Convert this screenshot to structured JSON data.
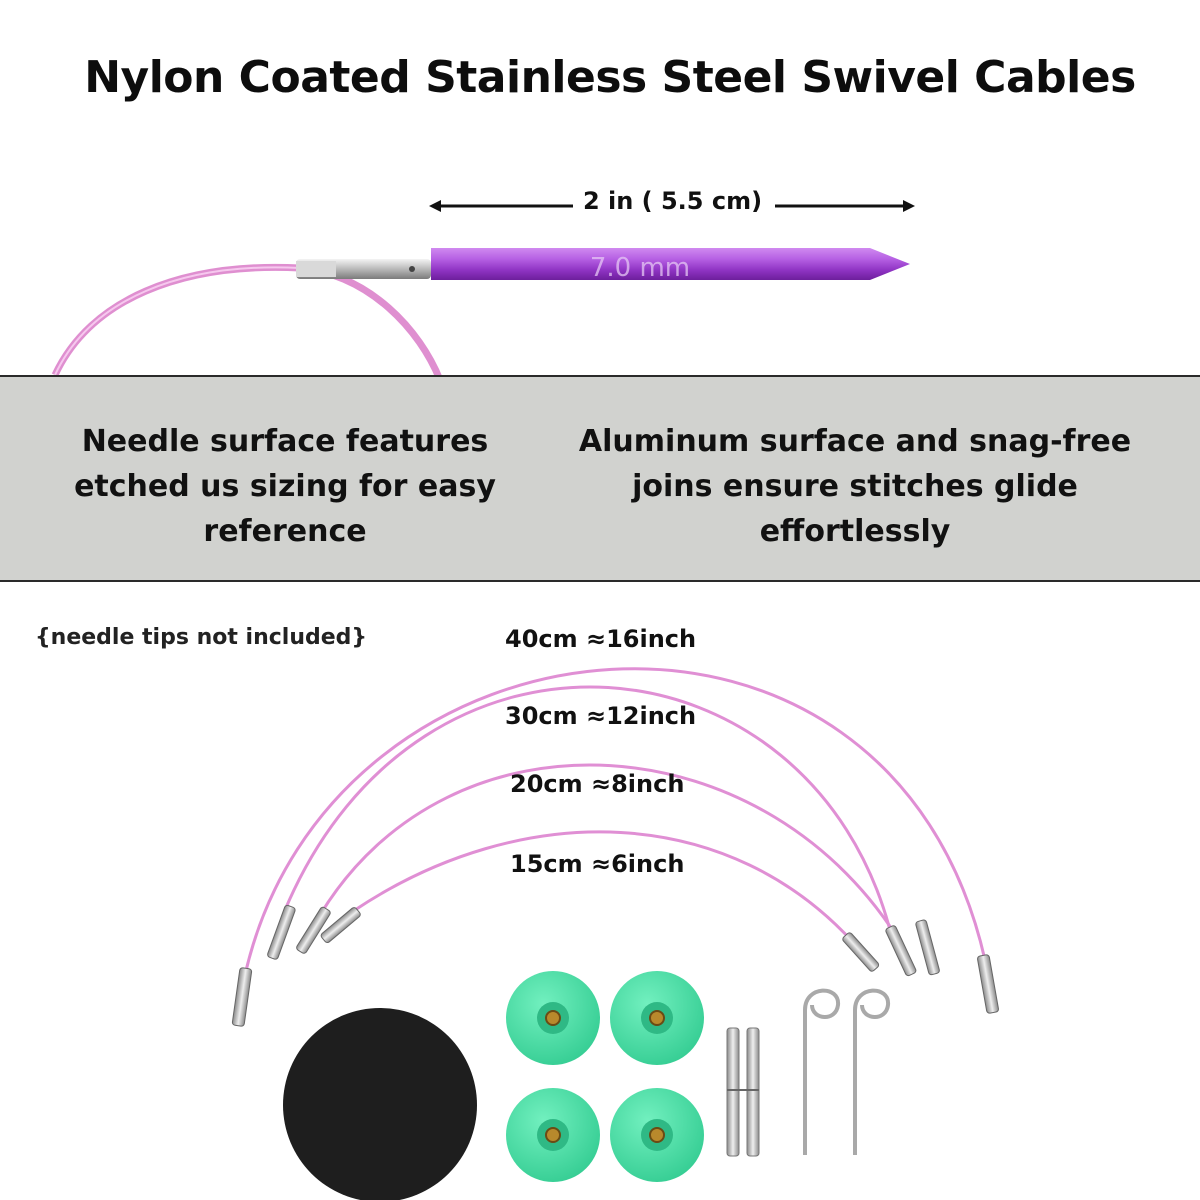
{
  "title": "Nylon Coated Stainless Steel Swivel Cables",
  "tip_length_label": "2 in ( 5.5 cm)",
  "needle_size_etch": "7.0 mm",
  "features": {
    "left": [
      "Needle surface features",
      "etched us sizing for easy",
      "reference"
    ],
    "right": [
      "Aluminum surface and snag-free",
      "joins ensure stitches glide",
      "effortlessly"
    ]
  },
  "note": "{needle tips not included}",
  "cables": [
    {
      "label": "40cm ≈16inch"
    },
    {
      "label": "30cm ≈12inch"
    },
    {
      "label": "20cm ≈8inch"
    },
    {
      "label": "15cm ≈6inch"
    }
  ],
  "accessories": {
    "needle_color": "#a64fd6",
    "cable_color": "#e27fc9",
    "end_cap_color": "#4fe2a6",
    "pad_color": "#1e1e1e"
  },
  "icons": [
    "double-arrow-icon",
    "needle-tip-icon",
    "cable-icon",
    "end-cap-icon",
    "connector-icon",
    "cable-key-icon",
    "grip-pad-icon"
  ]
}
